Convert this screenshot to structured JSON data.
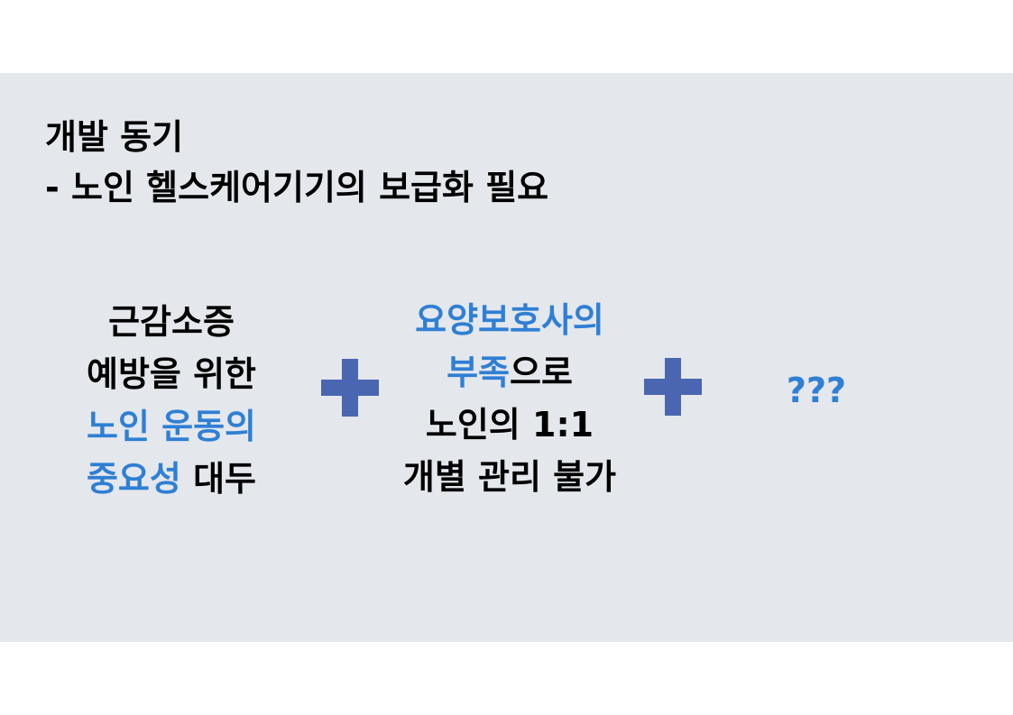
{
  "title": "개발 동기",
  "subtitle": "- 노인 헬스케어기기의 보급화 필요",
  "colors": {
    "panel": "#e4e7ec",
    "accent": "#2f7fd4",
    "plus": "#4a66b0"
  },
  "column1": {
    "line1": "근감소증",
    "line2": "예방을 위한",
    "line3": "노인 운동의",
    "line4_blue": "중요성",
    "line4_rest": " 대두"
  },
  "column2": {
    "line1": "요양보호사의",
    "line2_blue": "부족",
    "line2_rest": "으로",
    "line3": "노인의 1:1",
    "line4": "개별 관리 불가"
  },
  "column3": {
    "text": "???"
  }
}
